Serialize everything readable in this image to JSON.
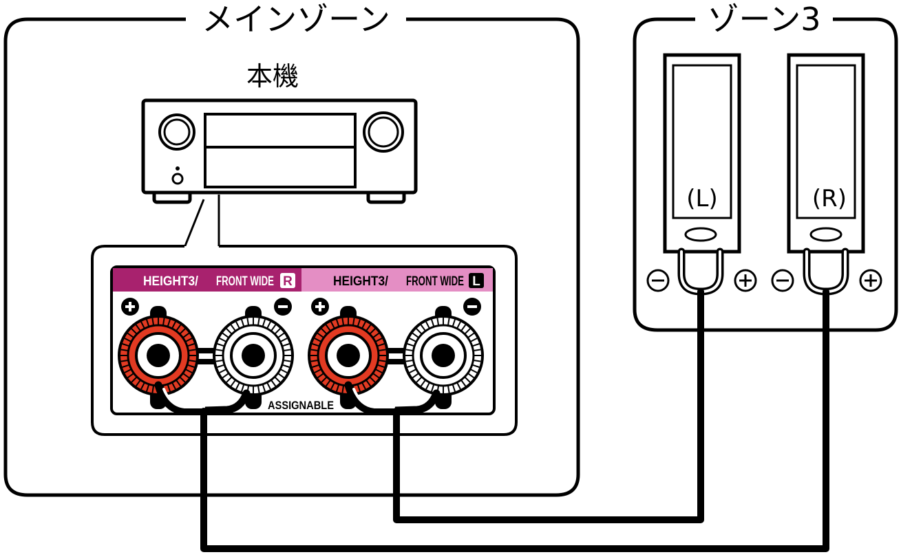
{
  "main_zone": {
    "title": "メインゾーン",
    "unit_label": "本機"
  },
  "zone3": {
    "title": "ゾーン3"
  },
  "terminal_panel": {
    "right_group": {
      "label_left": "HEIGHT3/",
      "label_right": "FRONT WIDE",
      "channel_badge": "R",
      "color": "#a8226e"
    },
    "left_group": {
      "label_left": "HEIGHT3/",
      "label_right": "FRONT WIDE",
      "channel_badge": "L",
      "color": "#e48ec4"
    },
    "assignable_label": "ASSIGNABLE",
    "plus_terminal_color": "#e23a22",
    "minus_terminal_color": "#ffffff"
  },
  "speakers": [
    {
      "label": "(L)"
    },
    {
      "label": "(R)"
    }
  ],
  "polarity_symbols": {
    "plus": "+",
    "minus": "−"
  }
}
